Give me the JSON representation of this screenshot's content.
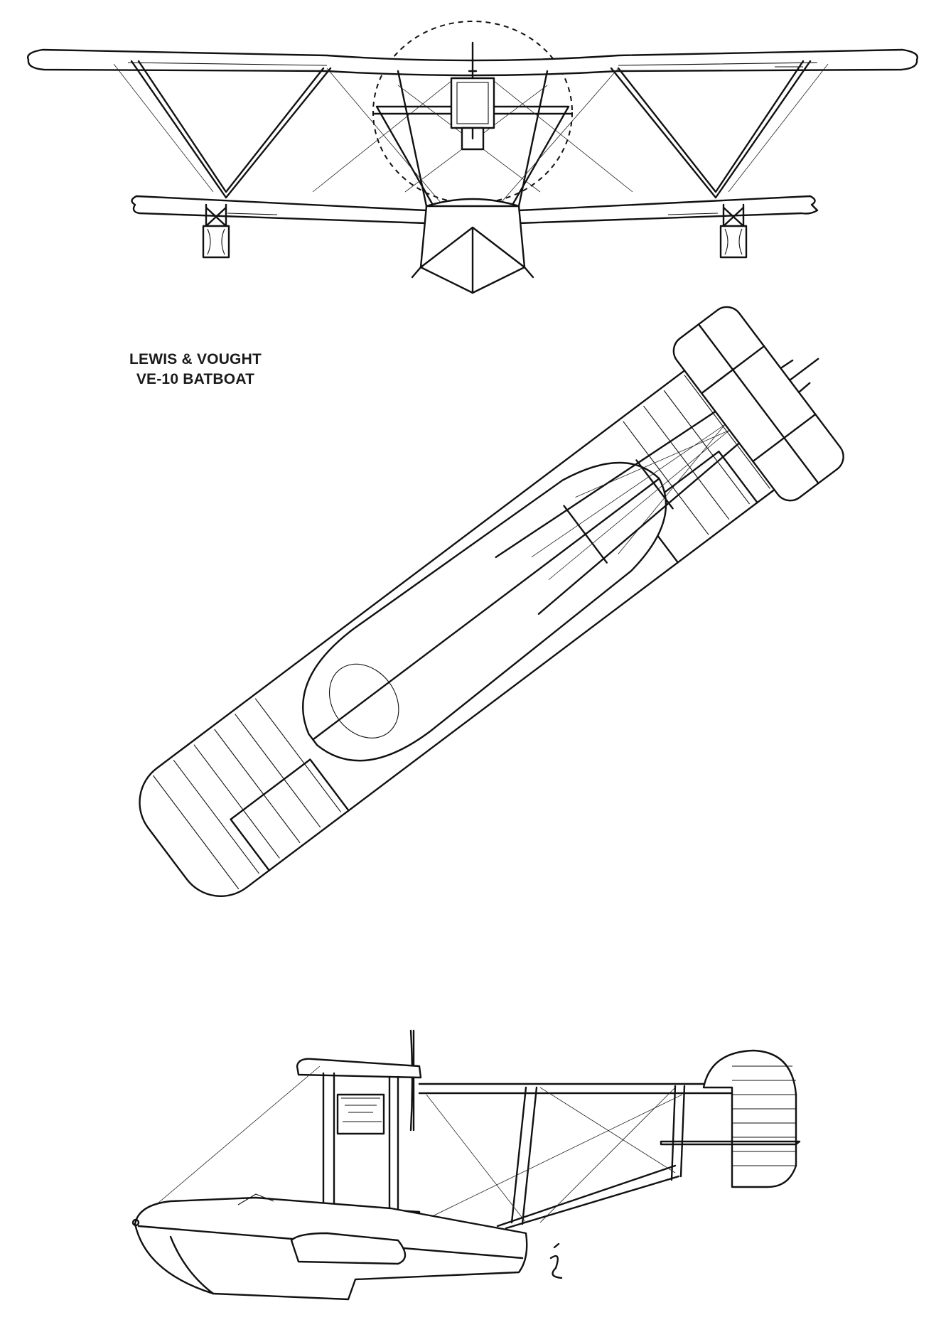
{
  "title": {
    "line1": "LEWIS & VOUGHT",
    "line2": "VE-10 BATBOAT"
  },
  "views": [
    {
      "name": "front-view"
    },
    {
      "name": "plan-view"
    },
    {
      "name": "side-view"
    }
  ],
  "colors": {
    "ink": "#111111",
    "paper": "#ffffff"
  }
}
